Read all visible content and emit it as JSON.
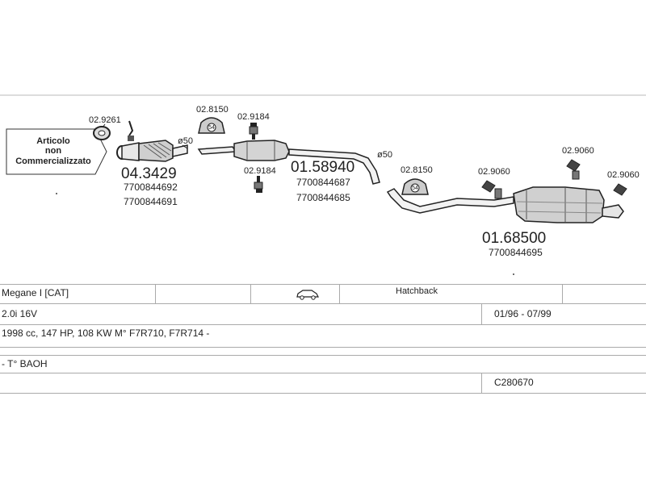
{
  "note_box": {
    "line1": "Articolo",
    "line2": "non",
    "line3": "Commercializzato"
  },
  "parts": {
    "p029261": "02.9261",
    "p028150a": "02.8150",
    "p029184a": "02.9184",
    "p029184b": "02.9184",
    "p028150b": "02.8150",
    "p029060a": "02.9060",
    "p029060b": "02.9060",
    "p029060c": "02.9060",
    "clamp_size_a": "54",
    "clamp_size_b": "54"
  },
  "diameters": {
    "d1": "ø50",
    "d2": "ø50"
  },
  "sections": {
    "front": {
      "code": "04.3429",
      "oem1": "7700844692",
      "oem2": "7700844691"
    },
    "middle": {
      "code": "01.58940",
      "oem1": "7700844687",
      "oem2": "7700844685"
    },
    "rear": {
      "code": "01.68500",
      "oem1": "7700844695"
    }
  },
  "vehicle": {
    "model": "Megane I  [CAT]",
    "body_type": "Hatchback",
    "engine": "2.0i 16V",
    "years": "01/96 - 07/99",
    "specs": "1998 cc, 147 HP, 108 KW M° F7R710, F7R714 -",
    "note": "- T° BAOH",
    "catalog_code": "C280670"
  }
}
